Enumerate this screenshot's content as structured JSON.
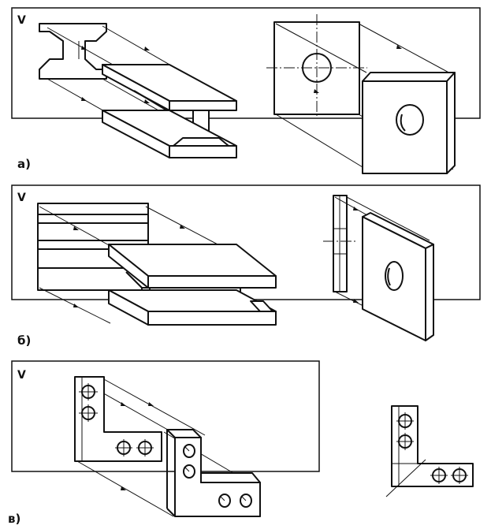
{
  "panels": [
    {
      "plane_label": "V",
      "caption": "а)"
    },
    {
      "plane_label": "V",
      "caption": "б)"
    },
    {
      "plane_label": "V",
      "caption": "в)"
    }
  ]
}
